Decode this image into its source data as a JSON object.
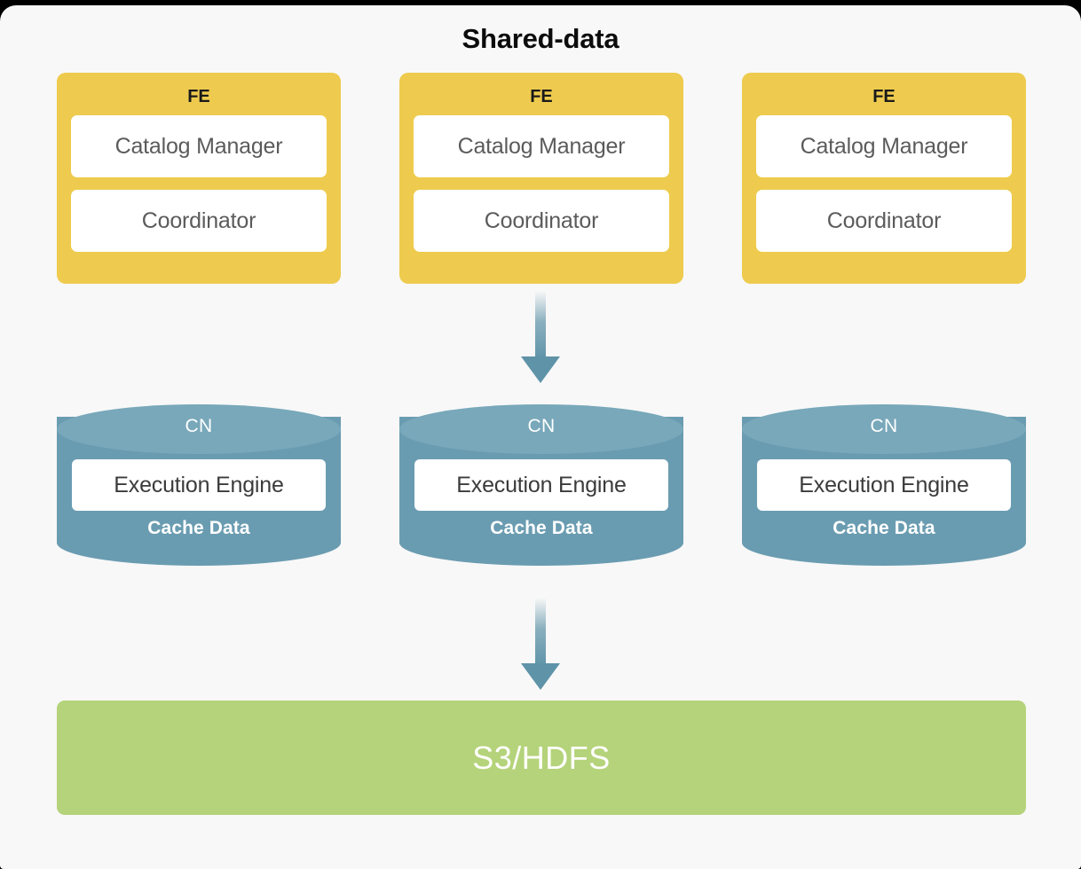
{
  "diagram": {
    "title": "Shared-data",
    "background_color": "#f8f8f8",
    "frame_color": "#000000",
    "colors": {
      "fe": "#eecb4e",
      "cn_body": "#6a9cb1",
      "cn_top": "#78a8ba",
      "storage": "#b5d37a",
      "arrow": "#5f93a8",
      "sub_box": "#ffffff",
      "sub_text": "#5b5b5b",
      "title_text": "#0c0c0c"
    },
    "fe_nodes": [
      {
        "label": "FE",
        "components": [
          {
            "label": "Catalog Manager"
          },
          {
            "label": "Coordinator"
          }
        ]
      },
      {
        "label": "FE",
        "components": [
          {
            "label": "Catalog Manager"
          },
          {
            "label": "Coordinator"
          }
        ]
      },
      {
        "label": "FE",
        "components": [
          {
            "label": "Catalog Manager"
          },
          {
            "label": "Coordinator"
          }
        ]
      }
    ],
    "cn_nodes": [
      {
        "label": "CN",
        "engine": "Execution Engine",
        "cache": "Cache Data"
      },
      {
        "label": "CN",
        "engine": "Execution Engine",
        "cache": "Cache Data"
      },
      {
        "label": "CN",
        "engine": "Execution Engine",
        "cache": "Cache Data"
      }
    ],
    "arrows": [
      {
        "name": "fe-to-cn",
        "direction": "down"
      },
      {
        "name": "cn-to-storage",
        "direction": "down"
      }
    ],
    "storage": {
      "label": "S3/HDFS"
    }
  }
}
